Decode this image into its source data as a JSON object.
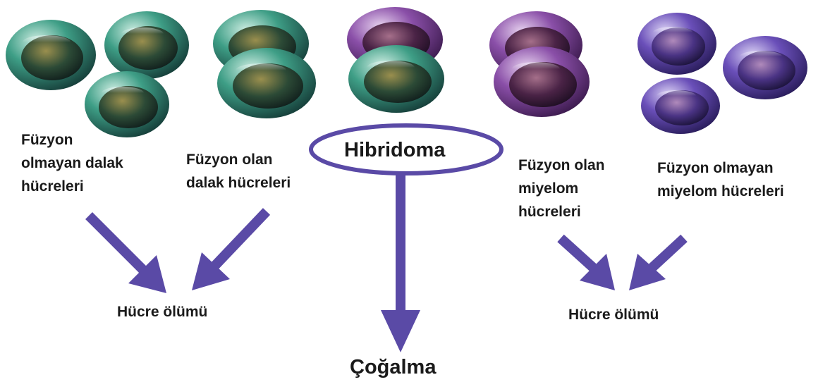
{
  "labels": {
    "spleen_unfused": [
      "Füzyon",
      "olmayan dalak",
      "hücreleri"
    ],
    "spleen_fused": [
      "Füzyon olan",
      "dalak hücreleri"
    ],
    "hybridoma": "Hibridoma",
    "myeloma_fused": [
      "Füzyon olan",
      "miyelom",
      "hücreleri"
    ],
    "myeloma_unfused": [
      "Füzyon olmayan",
      "miyelom hücreleri"
    ],
    "cell_death_left": "Hücre ölümü",
    "cell_death_right": "Hücre ölümü",
    "proliferation": "Çoğalma"
  },
  "colors": {
    "spleen_cell": "#2f8f7a",
    "hybrid_cell": "#8a4fa8",
    "myeloma_cell": "#6f3f9c",
    "myeloma_unfused_cell": "#5a3fb0",
    "arrow": "#5a4aa6",
    "ellipse": "#5a4aa6"
  }
}
